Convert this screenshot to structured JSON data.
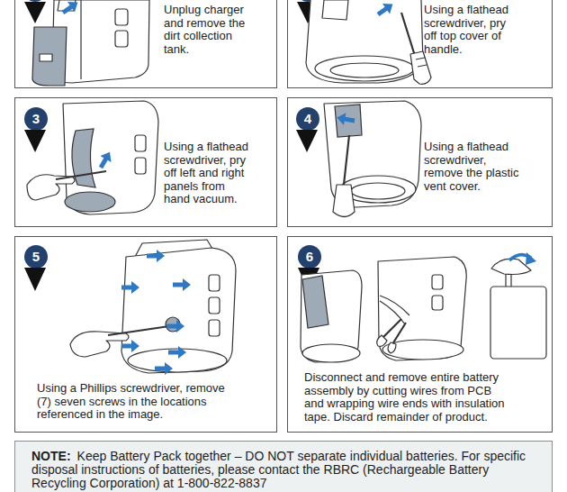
{
  "diagram": {
    "nodes": [
      {
        "text": [
          "Unplug charger and remove the dirt collection tank."
        ]
      },
      {
        "text": [
          "Using a flathead screwdriver, pry off top cover of handle."
        ]
      },
      {
        "text": [
          "3",
          "Using a flathead screwdriver, pry off left and right panels from hand vacuum."
        ]
      },
      {
        "text": [
          "4",
          "Using a flathead screwdriver, remove the plastic vent cover."
        ]
      },
      {
        "text": [
          "5",
          "Using a Phillips screwdriver, remove (7) seven screws in the locations referenced in the image."
        ]
      },
      {
        "text": [
          "6",
          "Disconnect and remove entire battery assembly by cutting wires from PCB and wrapping wire ends with insulation tape. Discard remainder of product."
        ]
      },
      {
        "text": [
          "NOTE:",
          "Keep Battery Pack together – DO NOT separate individual batteries. For specific disposal instructions of batteries, please contact the RBRC (Rechargeable Battery Recycling Corporation) at 1-800-822-8837"
        ]
      }
    ]
  }
}
